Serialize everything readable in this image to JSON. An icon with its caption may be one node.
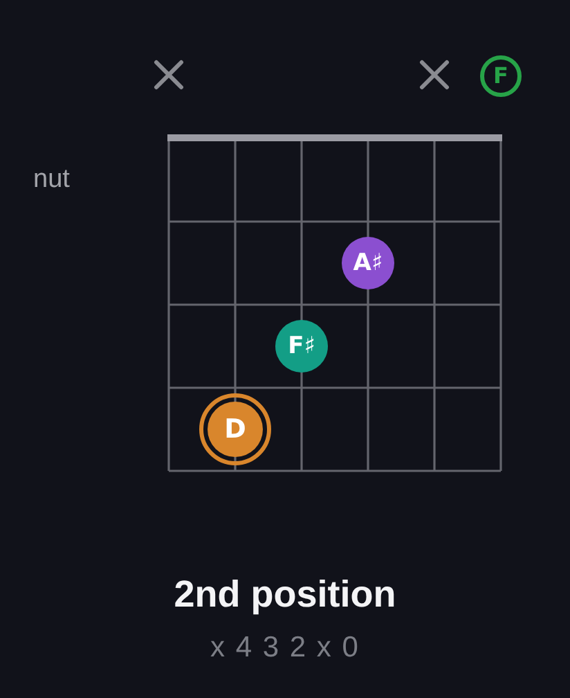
{
  "diagram": {
    "title": "2nd position",
    "caption": "x 4 3 2 x 0",
    "nodes": [
      {
        "text": [
          "F"
        ]
      },
      {
        "text": [
          "A♯"
        ]
      },
      {
        "text": [
          "F♯"
        ]
      },
      {
        "text": [
          "D"
        ]
      }
    ],
    "labels": [
      "nut"
    ]
  }
}
